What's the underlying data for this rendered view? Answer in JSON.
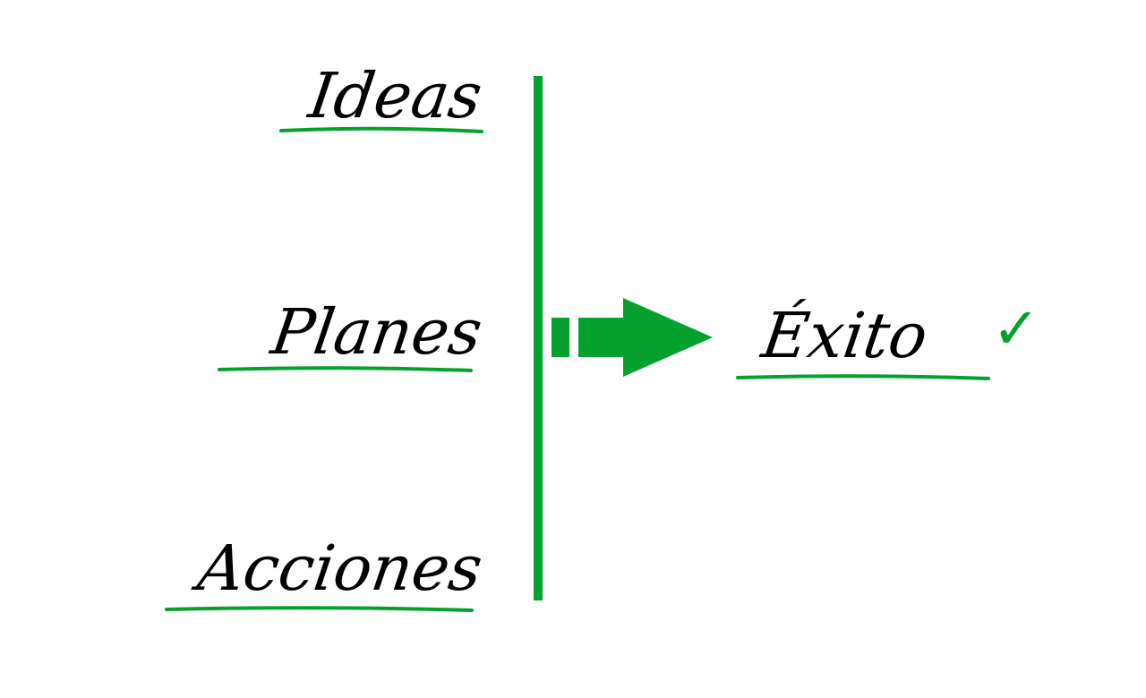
{
  "diagram": {
    "inputs": [
      {
        "label": "Ideas"
      },
      {
        "label": "Planes"
      },
      {
        "label": "Acciones"
      }
    ],
    "result": {
      "label": "Éxito",
      "check_icon": "check-icon"
    },
    "colors": {
      "accent": "#05a12f",
      "text": "#000000",
      "background": "#ffffff"
    }
  }
}
